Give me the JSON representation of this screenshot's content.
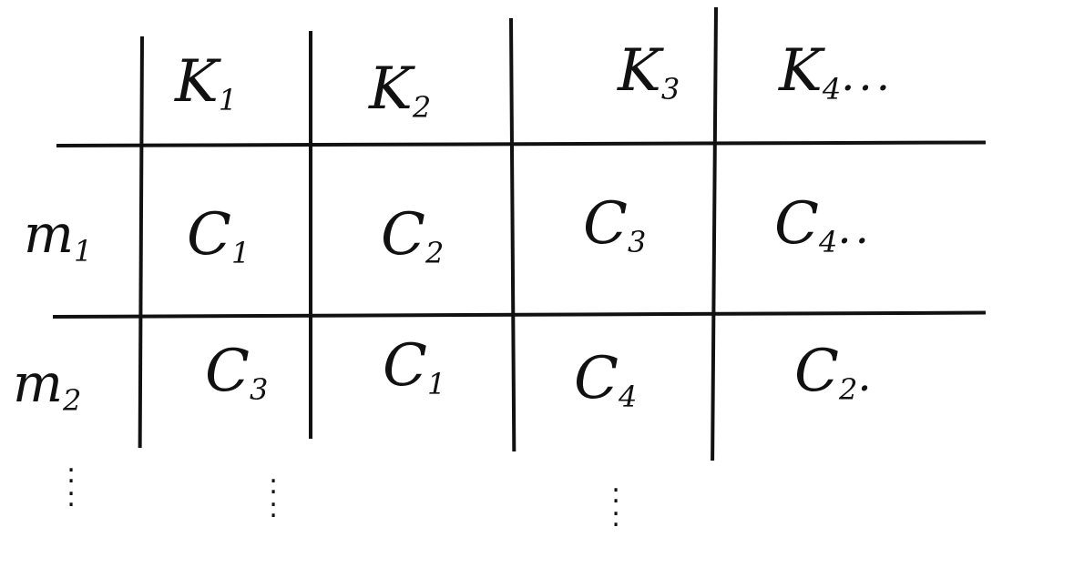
{
  "table": {
    "columns": [
      {
        "base": "K",
        "sub": "1",
        "trail": ""
      },
      {
        "base": "K",
        "sub": "2",
        "trail": ""
      },
      {
        "base": "K",
        "sub": "3",
        "trail": ""
      },
      {
        "base": "K",
        "sub": "4",
        "trail": "..."
      }
    ],
    "rows": [
      {
        "label": {
          "base": "m",
          "sub": "1"
        },
        "cells": [
          {
            "base": "C",
            "sub": "1",
            "trail": ""
          },
          {
            "base": "C",
            "sub": "2",
            "trail": ""
          },
          {
            "base": "C",
            "sub": "3",
            "trail": ""
          },
          {
            "base": "C",
            "sub": "4",
            "trail": ".."
          }
        ]
      },
      {
        "label": {
          "base": "m",
          "sub": "2"
        },
        "cells": [
          {
            "base": "C",
            "sub": "3",
            "trail": ""
          },
          {
            "base": "C",
            "sub": "1",
            "trail": ""
          },
          {
            "base": "C",
            "sub": "4",
            "trail": ""
          },
          {
            "base": "C",
            "sub": "2",
            "trail": "."
          }
        ]
      }
    ],
    "continuation": ":"
  },
  "colors": {
    "ink": "#111111",
    "background": "#ffffff"
  }
}
